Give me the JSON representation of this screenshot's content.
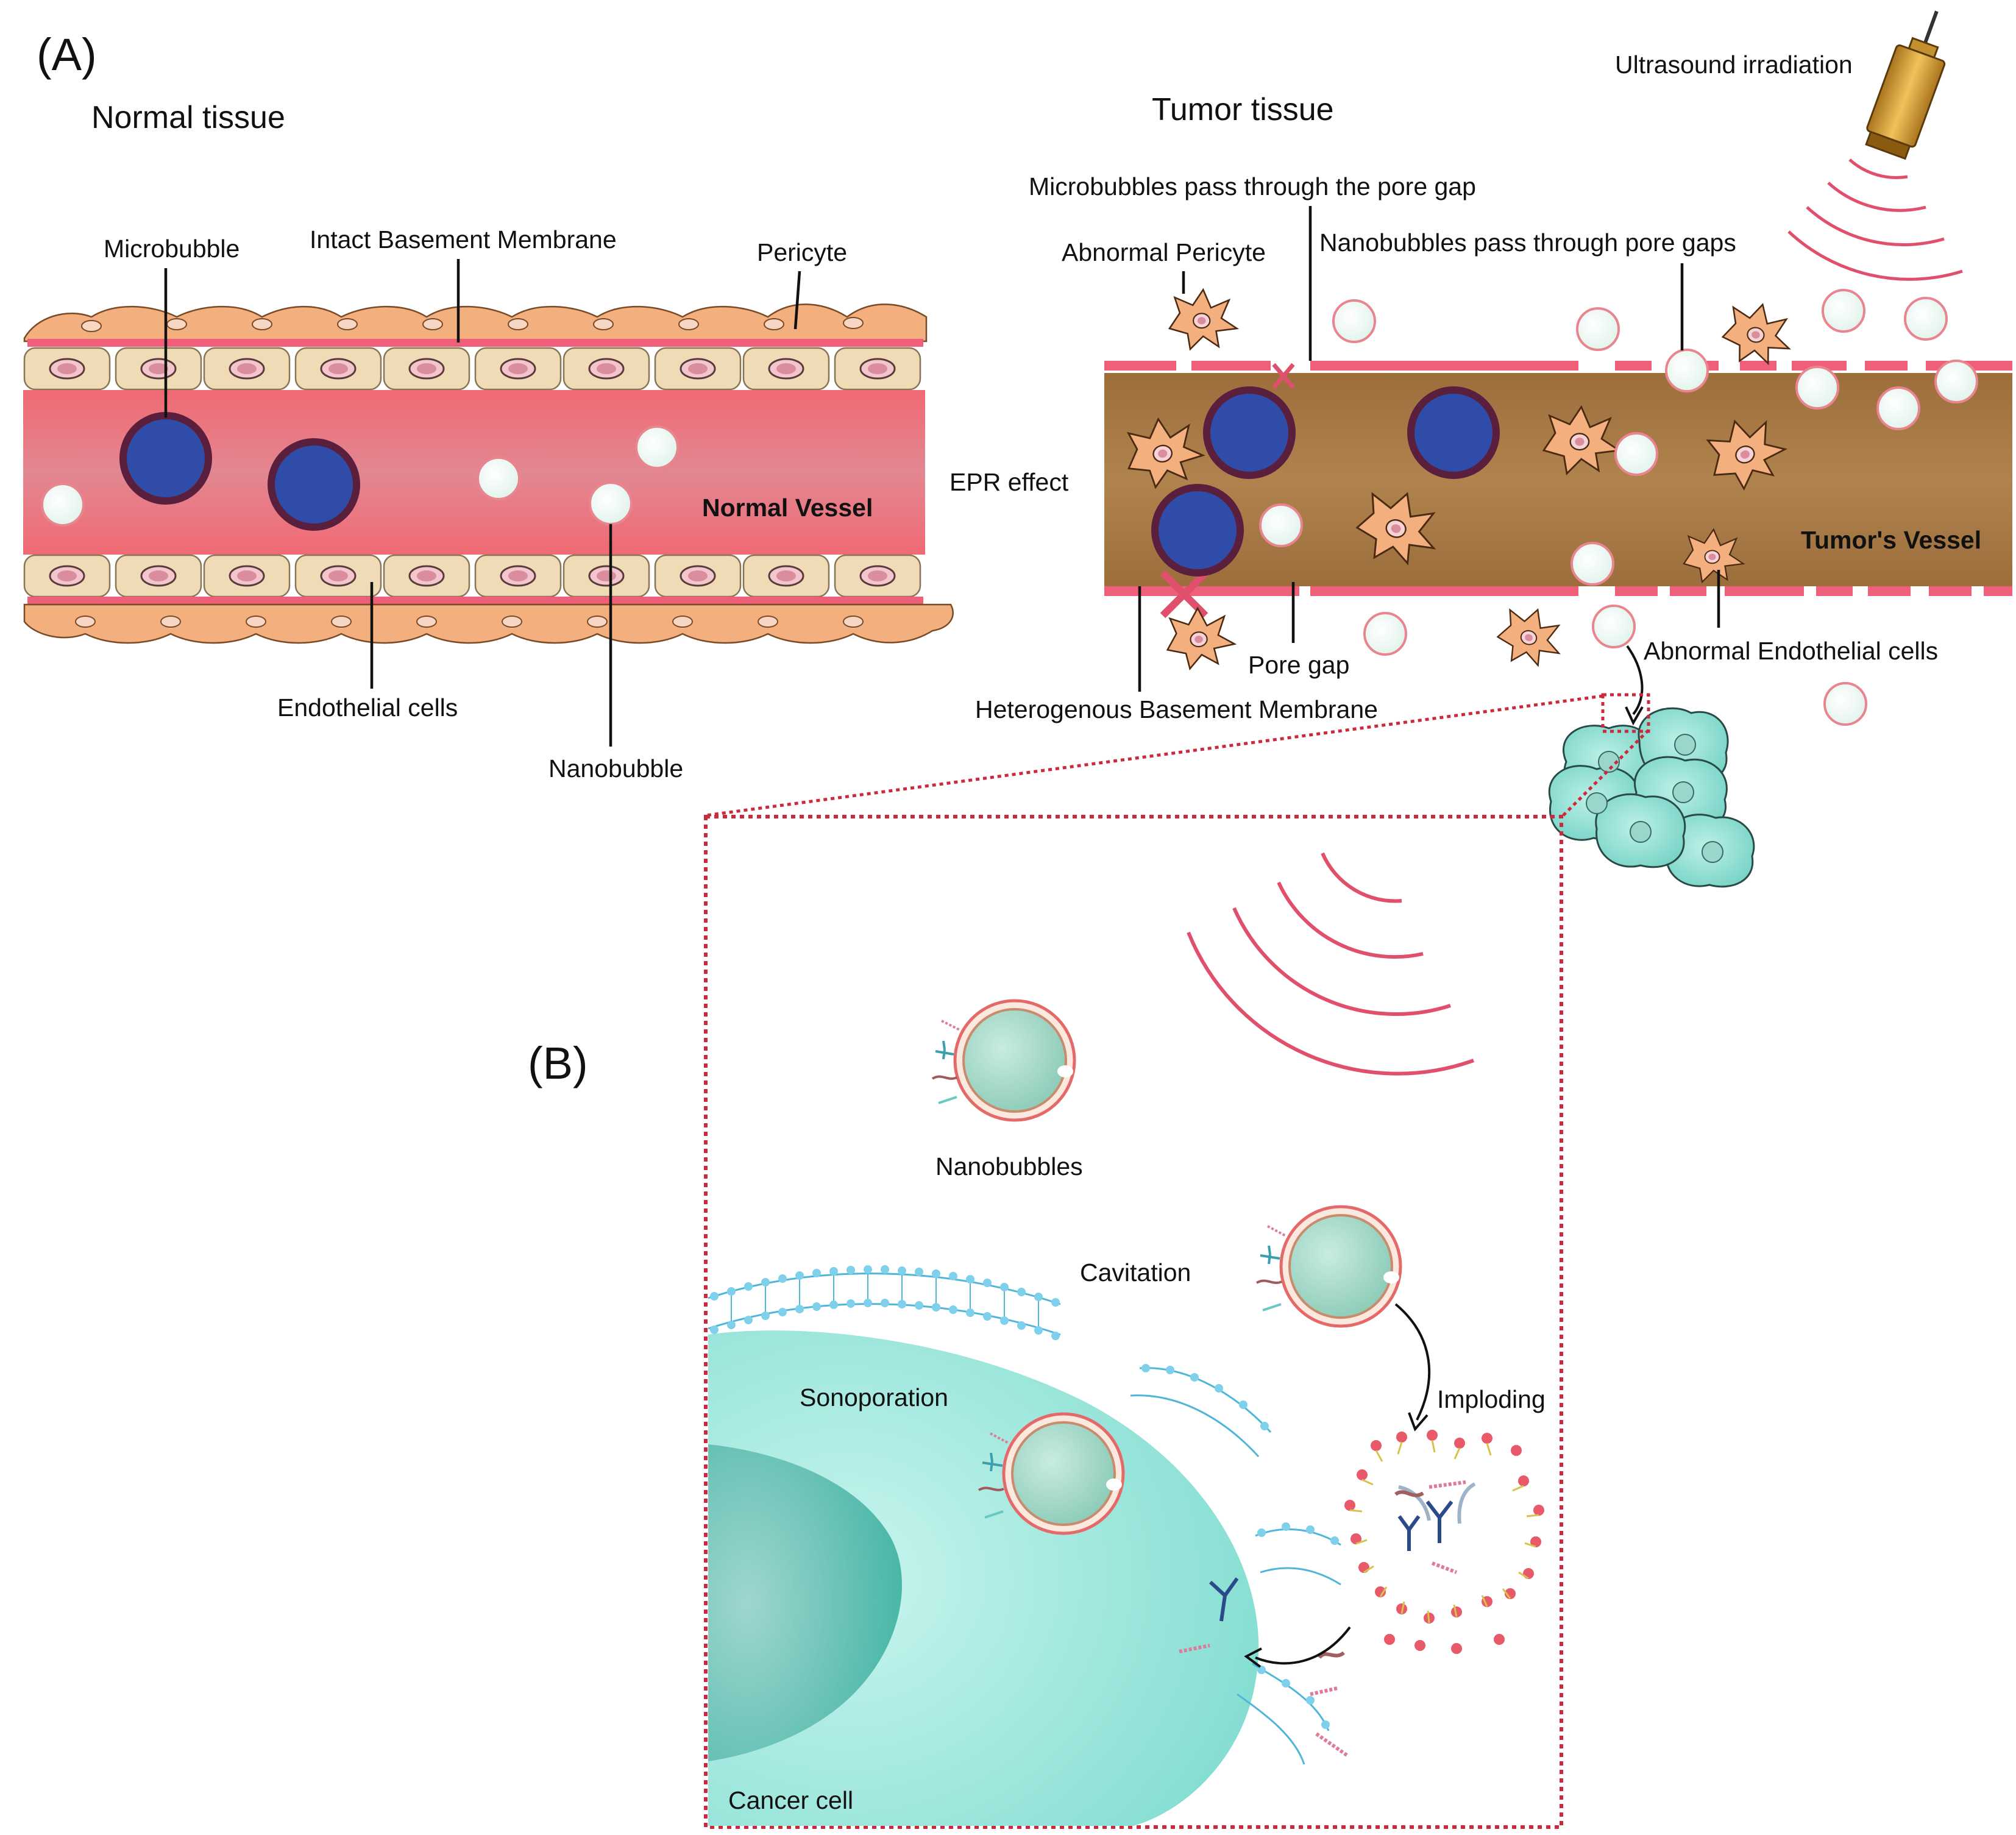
{
  "panels": {
    "a": "(A)",
    "b": "(B)"
  },
  "normal": {
    "title": "Normal tissue",
    "microbubble": "Microbubble",
    "membrane": "Intact Basement Membrane",
    "pericyte": "Pericyte",
    "vessel": "Normal Vessel",
    "endothelial": "Endothelial cells",
    "nanobubble": "Nanobubble"
  },
  "tumor": {
    "title": "Tumor tissue",
    "ultrasound": "Ultrasound irradiation",
    "micro_pass": "Microbubbles pass through the pore gap",
    "abnormal_pericyte": "Abnormal Pericyte",
    "nano_pass": "Nanobubbles pass through pore gaps",
    "epr": "EPR effect",
    "vessel": "Tumor's Vessel",
    "abnormal_endothelial": "Abnormal Endothelial cells",
    "pore_gap": "Pore gap",
    "hetero_membrane": "Heterogenous Basement Membrane"
  },
  "detail": {
    "nanobubbles": "Nanobubbles",
    "cavitation": "Cavitation",
    "sonoporation": "Sonoporation",
    "imploding": "Imploding",
    "cancer_cell": "Cancer cell"
  },
  "colors": {
    "normal_vessel": "#e8737f",
    "tumor_vessel": "#a77a45",
    "membrane": "#ef5f7a",
    "endothelial": "#efdcb7",
    "pericyte": "#f3b07e",
    "microbubble": "#2f4da8",
    "nanobubble": "#eef8f2",
    "cancer_cell": "#8fe0d6",
    "dotted_frame": "#cc2a3c"
  }
}
